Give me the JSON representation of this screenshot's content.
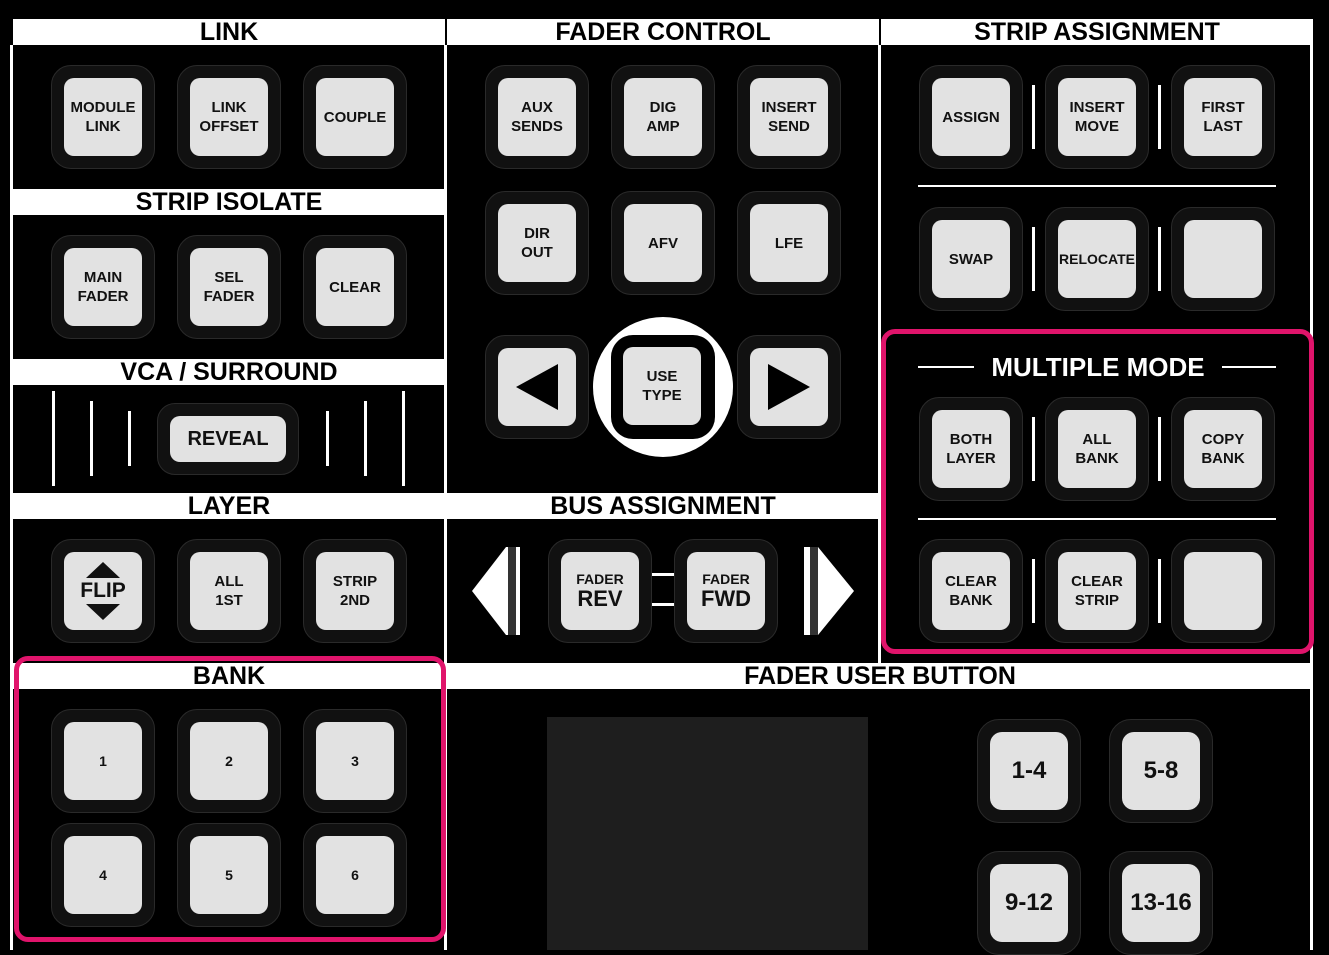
{
  "sections": {
    "link": "LINK",
    "fader_control": "FADER CONTROL",
    "strip_assignment": "STRIP ASSIGNMENT",
    "strip_isolate": "STRIP ISOLATE",
    "vca_surround": "VCA / SURROUND",
    "layer": "LAYER",
    "bus_assignment": "BUS ASSIGNMENT",
    "bank": "BANK",
    "fader_user_button": "FADER USER BUTTON",
    "multiple_mode": "MULTIPLE MODE"
  },
  "link": {
    "module_link": "MODULE\nLINK",
    "link_offset": "LINK\nOFFSET",
    "couple": "COUPLE"
  },
  "strip_isolate": {
    "main_fader": "MAIN\nFADER",
    "sel_fader": "SEL\nFADER",
    "clear": "CLEAR"
  },
  "vca": {
    "reveal": "REVEAL"
  },
  "layer": {
    "flip": "FLIP",
    "all_1st": "ALL\n1ST",
    "strip_2nd": "STRIP\n2ND"
  },
  "bank": {
    "b1": "1",
    "b2": "2",
    "b3": "3",
    "b4": "4",
    "b5": "5",
    "b6": "6"
  },
  "fader_control": {
    "aux_sends": "AUX\nSENDS",
    "dig_amp": "DIG\nAMP",
    "insert_send": "INSERT\nSEND",
    "dir_out": "DIR\nOUT",
    "afv": "AFV",
    "lfe": "LFE",
    "use_type": "USE\nTYPE"
  },
  "bus": {
    "fader_rev_top": "FADER",
    "fader_rev_bottom": "REV",
    "fader_fwd_top": "FADER",
    "fader_fwd_bottom": "FWD"
  },
  "strip_assignment": {
    "assign": "ASSIGN",
    "insert_move": "INSERT\nMOVE",
    "first_last": "FIRST\nLAST",
    "swap": "SWAP",
    "relocate": "RELOCATE"
  },
  "multiple_mode": {
    "both_layer": "BOTH\nLAYER",
    "all_bank": "ALL\nBANK",
    "copy_bank": "COPY\nBANK",
    "clear_bank": "CLEAR\nBANK",
    "clear_strip": "CLEAR\nSTRIP"
  },
  "fader_user": {
    "u1": "1-4",
    "u2": "5-8",
    "u3": "9-12",
    "u4": "13-16"
  },
  "colors": {
    "highlight": "#e0146b",
    "button": "#e2e2e2"
  }
}
